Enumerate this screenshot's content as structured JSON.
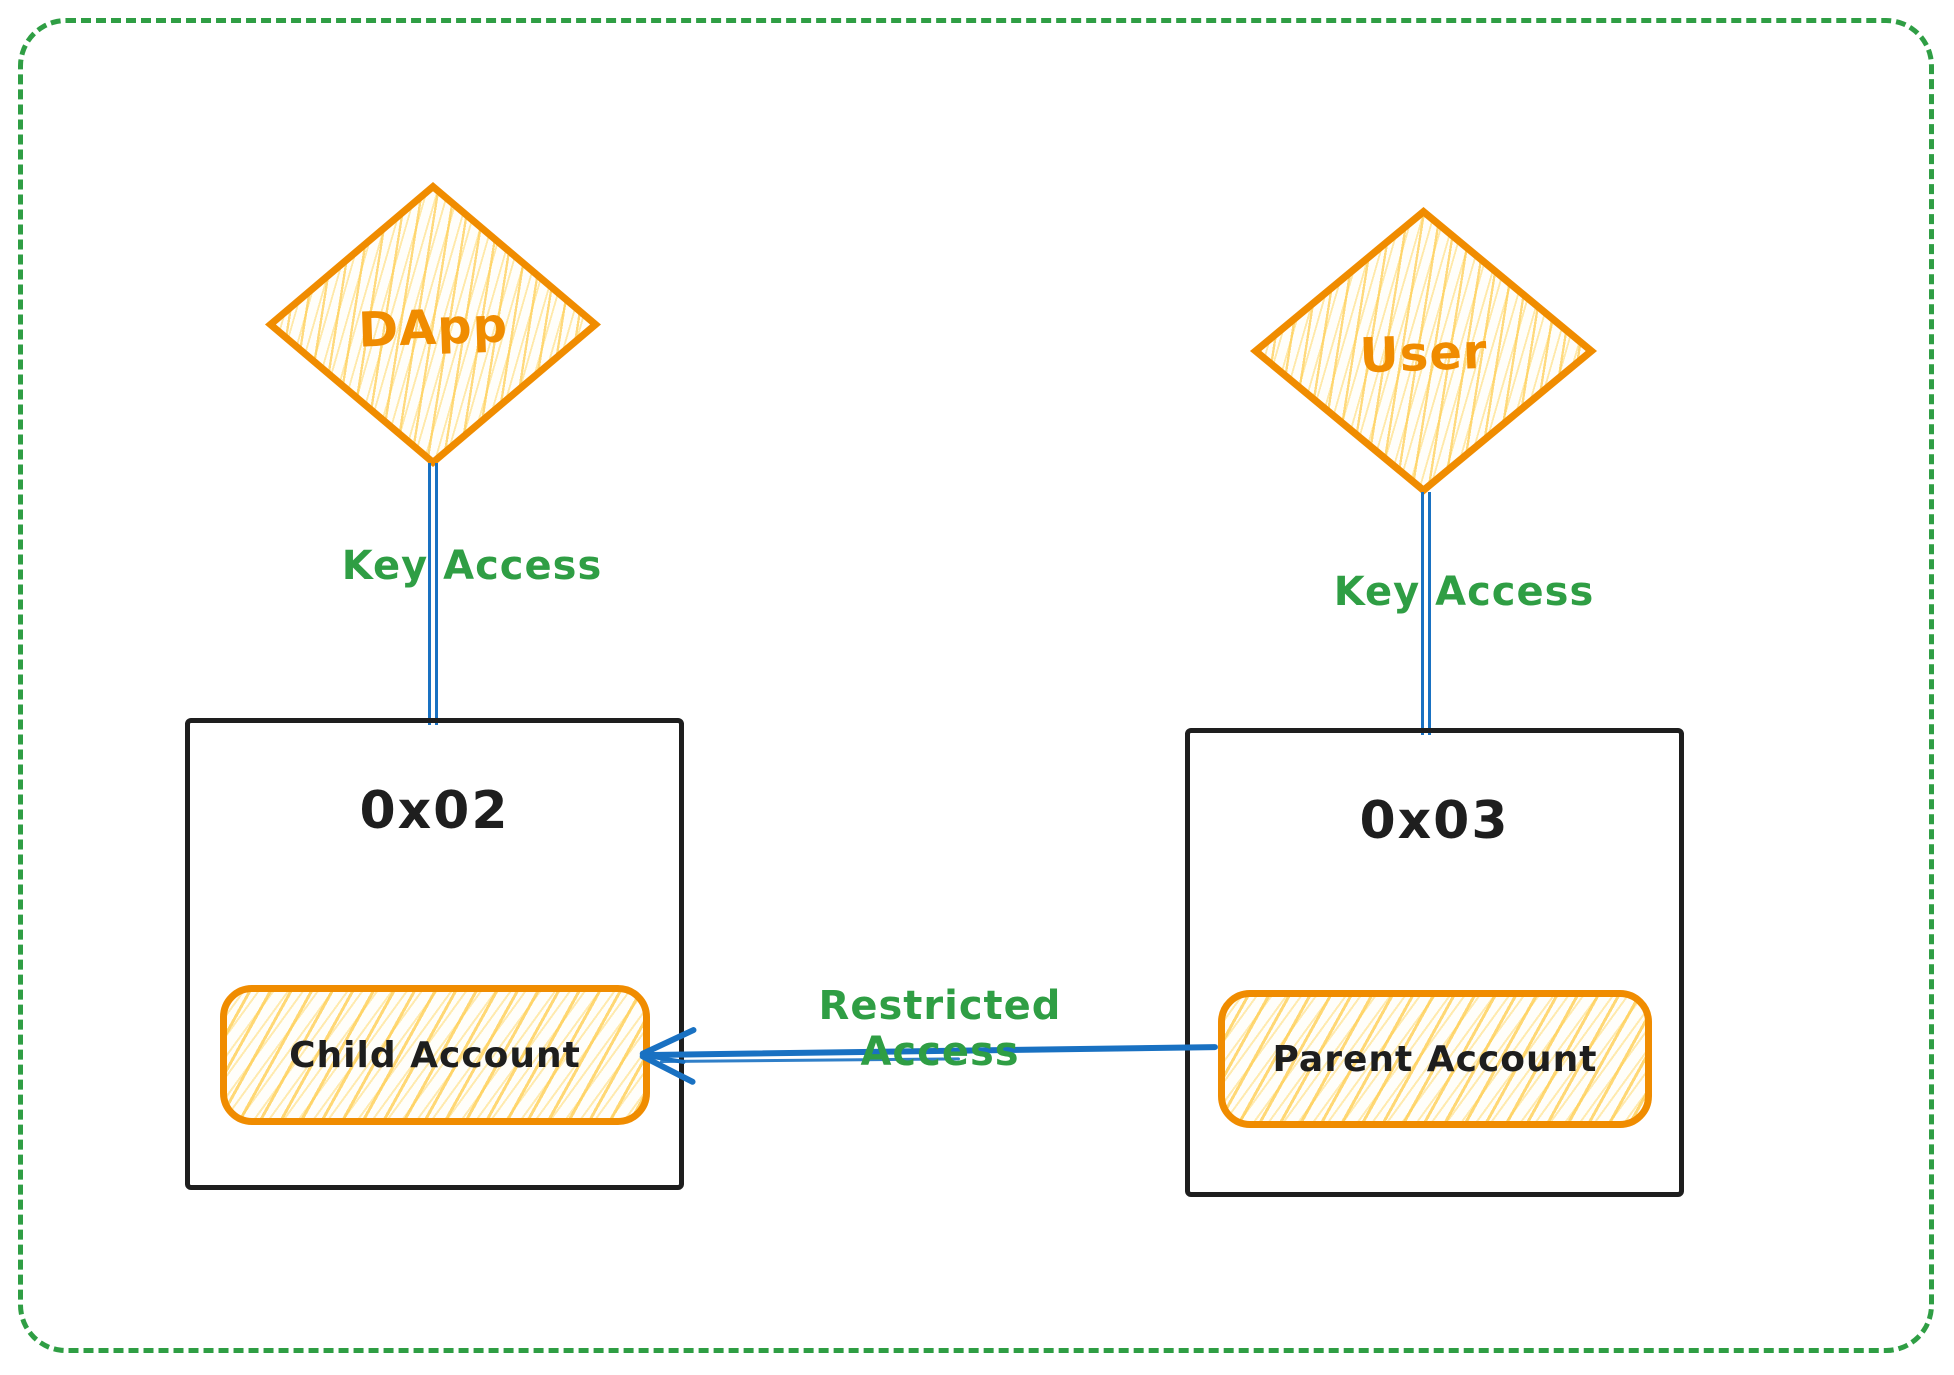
{
  "diagram": {
    "title": "Account key-access diagram",
    "colors": {
      "orange": "#f08c00",
      "yellow_hatch": "#ffd875",
      "blue": "#1971c2",
      "green": "#2f9e44",
      "ink": "#1e1e1e",
      "background": "#ffffff"
    },
    "nodes": {
      "dapp": {
        "label": "DApp",
        "shape": "diamond"
      },
      "user": {
        "label": "User",
        "shape": "diamond"
      },
      "left_wallet": {
        "label": "0x02",
        "shape": "rectangle"
      },
      "right_wallet": {
        "label": "0x03",
        "shape": "rectangle"
      },
      "child_account": {
        "label": "Child Account",
        "shape": "rounded-rectangle"
      },
      "parent_account": {
        "label": "Parent Account",
        "shape": "rounded-rectangle"
      }
    },
    "edges": {
      "dapp_key_access": {
        "label": "Key Access",
        "from": "dapp",
        "to": "left_wallet"
      },
      "user_key_access": {
        "label": "Key Access",
        "from": "user",
        "to": "right_wallet"
      },
      "restricted_access": {
        "label": "Restricted Access",
        "from": "parent_account",
        "to": "child_account",
        "arrow": "left"
      }
    }
  }
}
